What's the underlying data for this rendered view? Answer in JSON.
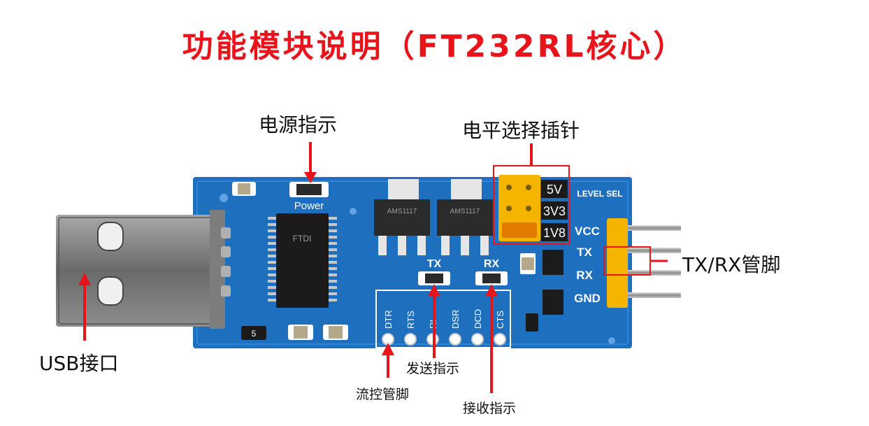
{
  "title": "功能模块说明（FT232RL核心）",
  "callouts": {
    "power_indicator": "电源指示",
    "level_select_pins": "电平选择插针",
    "txrx_pins": "TX/RX管脚",
    "usb_port": "USB接口",
    "tx_indicator": "发送指示",
    "flow_control_pins": "流控管脚",
    "rx_indicator": "接收指示"
  },
  "board": {
    "power_label": "Power",
    "tx_led_label": "TX",
    "rx_led_label": "RX",
    "level_sel_label": "LEVEL SEL",
    "levels": [
      "5V",
      "3V3",
      "1V8"
    ],
    "header_pins": [
      "VCC",
      "TX",
      "RX",
      "GND"
    ],
    "flow_pins": [
      "DTR",
      "RTS",
      "RI",
      "DSR",
      "DCD",
      "CTS"
    ],
    "chip_text": "FTDI",
    "regulator_1_text": "AMS1117",
    "regulator_2_text": "AMS1117",
    "resistor_code": "5"
  },
  "colors": {
    "title": "#e8141b",
    "pcb": "#1f6fbf",
    "arrow": "#e8141b",
    "jumper": "#f5b400"
  }
}
